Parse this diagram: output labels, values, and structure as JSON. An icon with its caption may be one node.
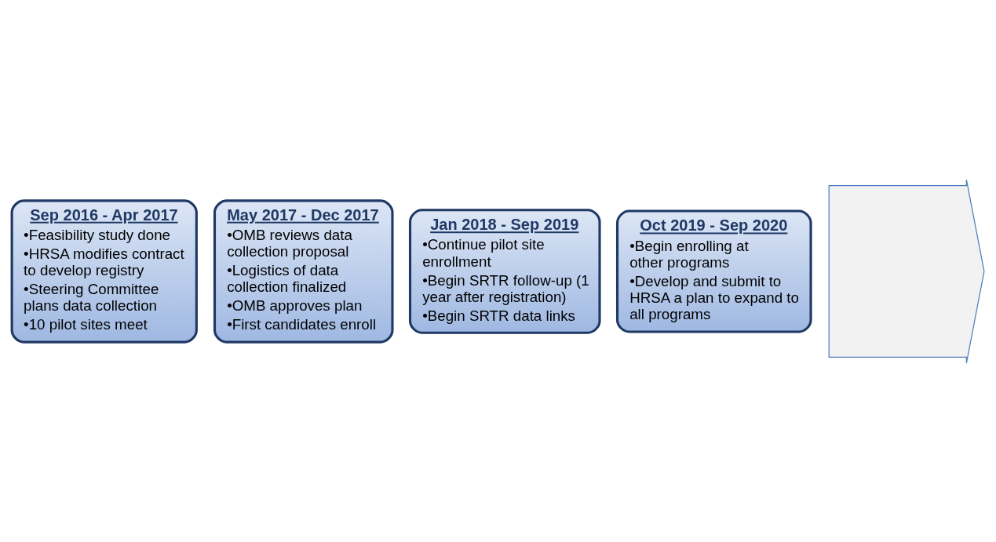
{
  "diagram": {
    "nodes": [
      {
        "text": [],
        "shape": "arrow"
      },
      {
        "text": [
          "Sep 2016 - Apr 2017",
          "•Feasibility study done",
          "•HRSA modifies contract to develop registry",
          "•Steering Committee plans data collection",
          "•10 pilot sites meet"
        ]
      },
      {
        "text": [
          "May 2017 - Dec 2017",
          "•OMB reviews data collection proposal",
          "•Logistics of data collection finalized",
          "•OMB approves plan",
          "•First candidates enroll"
        ]
      },
      {
        "text": [
          "Jan 2018 - Sep 2019",
          "•Continue pilot site enrollment",
          "•Begin SRTR follow-up (1 year after registration)",
          "•Begin SRTR data links"
        ]
      },
      {
        "text": [
          "Oct 2019 - Sep 2020",
          "•Begin enrolling at other programs",
          "•Develop and submit to HRSA a plan to expand to all programs"
        ]
      }
    ],
    "edges": []
  }
}
